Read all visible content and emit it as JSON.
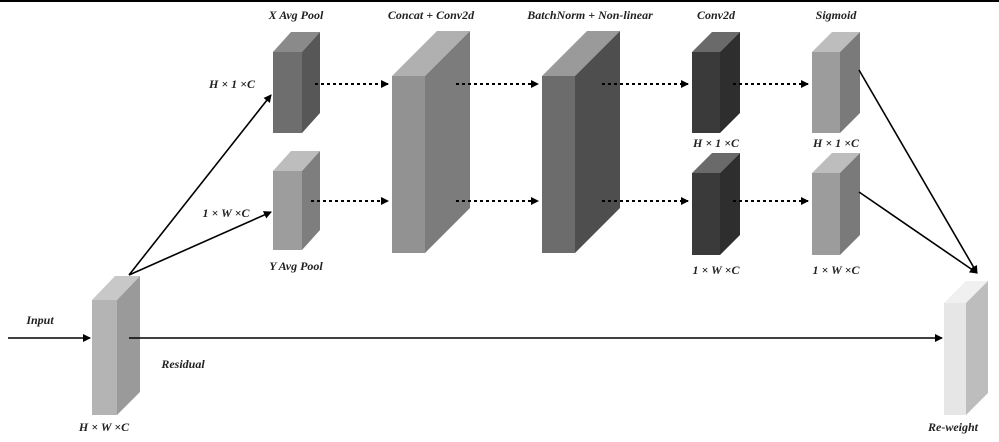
{
  "diagram": {
    "nodes": [
      {
        "id": "input",
        "label": "H × W ×C",
        "caption_above": "",
        "shade": "light"
      },
      {
        "id": "x_pool",
        "title": "X Avg Pool",
        "dim": "H × 1 ×C",
        "shade": "dark-mid"
      },
      {
        "id": "y_pool",
        "title": "Y Avg Pool",
        "dim": "1 × W ×C",
        "shade": "mid"
      },
      {
        "id": "concat",
        "title": "Concat + Conv2d",
        "shade": "mid"
      },
      {
        "id": "bn",
        "title": "BatchNorm + Non-linear",
        "shade": "dark-mid"
      },
      {
        "id": "conv_h",
        "title": "Conv2d",
        "dim": "H × 1 ×C",
        "shade": "dark"
      },
      {
        "id": "conv_w",
        "dim": "1 × W ×C",
        "shade": "dark"
      },
      {
        "id": "sig_h",
        "title": "Sigmoid",
        "dim": "H × 1 ×C",
        "shade": "mid"
      },
      {
        "id": "sig_w",
        "dim": "1 × W ×C",
        "shade": "mid"
      },
      {
        "id": "reweight",
        "title": "Re-weight",
        "shade": "lightest"
      }
    ],
    "labels": {
      "input": "Input",
      "residual": "Residual",
      "input_dim": "H × W ×C",
      "x_pool_title": "X Avg Pool",
      "x_pool_dim": "H × 1 ×C",
      "y_pool_title": "Y Avg Pool",
      "y_pool_dim": "1 × W ×C",
      "concat_title": "Concat + Conv2d",
      "bn_title": "BatchNorm + Non-linear",
      "conv_title": "Conv2d",
      "conv_h_dim": "H × 1 ×C",
      "conv_w_dim": "1 × W ×C",
      "sig_title": "Sigmoid",
      "sig_h_dim": "H × 1 ×C",
      "sig_w_dim": "1 × W ×C",
      "reweight": "Re-weight"
    },
    "edges": [
      {
        "from": "external",
        "to": "input",
        "style": "solid"
      },
      {
        "from": "input",
        "to": "x_pool",
        "style": "solid"
      },
      {
        "from": "input",
        "to": "y_pool",
        "style": "solid"
      },
      {
        "from": "x_pool",
        "to": "concat",
        "style": "dotted"
      },
      {
        "from": "y_pool",
        "to": "concat",
        "style": "dotted"
      },
      {
        "from": "concat",
        "to": "bn",
        "style": "dotted"
      },
      {
        "from": "concat",
        "to": "bn",
        "style": "dotted"
      },
      {
        "from": "bn",
        "to": "conv_h",
        "style": "dotted"
      },
      {
        "from": "bn",
        "to": "conv_w",
        "style": "dotted"
      },
      {
        "from": "conv_h",
        "to": "sig_h",
        "style": "dotted"
      },
      {
        "from": "conv_w",
        "to": "sig_w",
        "style": "dotted"
      },
      {
        "from": "sig_h",
        "to": "reweight",
        "style": "solid"
      },
      {
        "from": "sig_w",
        "to": "reweight",
        "style": "solid"
      },
      {
        "from": "input",
        "to": "reweight",
        "style": "solid",
        "label": "Residual"
      }
    ]
  }
}
